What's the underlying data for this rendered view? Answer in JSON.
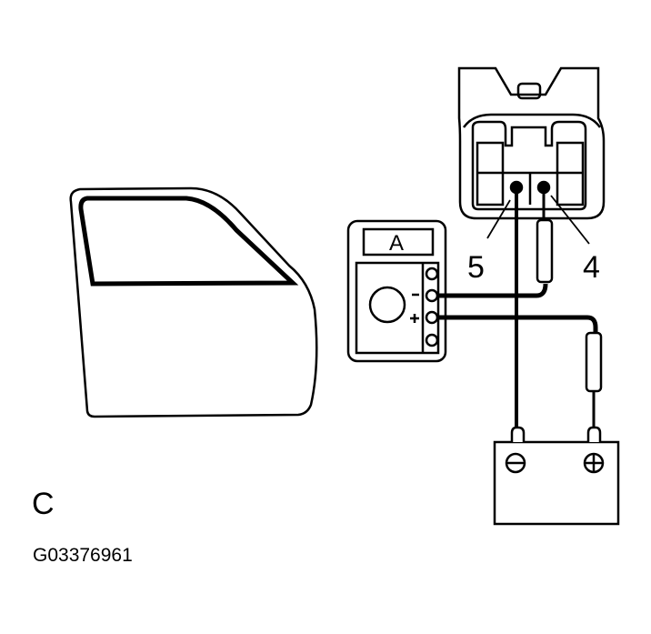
{
  "figure": {
    "view_label": "C",
    "figure_id": "G03376961"
  },
  "connector": {
    "terminals": [
      {
        "number": "5",
        "label": "5"
      },
      {
        "number": "4",
        "label": "4"
      }
    ]
  },
  "ammeter": {
    "display_unit": "A",
    "negative_symbol": "−",
    "positive_symbol": "+"
  },
  "battery": {
    "negative_terminal": "⊖",
    "positive_terminal": "⊕"
  },
  "colors": {
    "line": "#000000",
    "background": "#ffffff"
  }
}
